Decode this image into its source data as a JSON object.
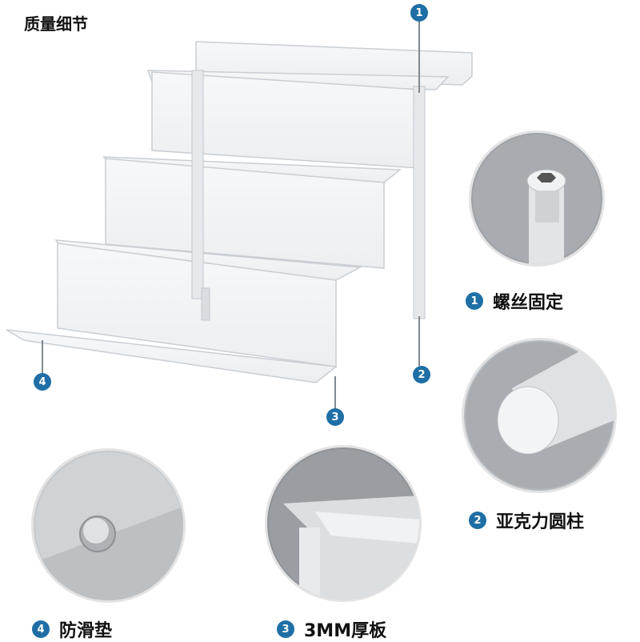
{
  "title": "质量细节",
  "accent_color": "#1f6fa6",
  "markers": {
    "m1": "1",
    "m2": "2",
    "m3": "3",
    "m4": "4"
  },
  "captions": {
    "screw": {
      "number": "1",
      "text": "螺丝固定"
    },
    "rod": {
      "number": "2",
      "text": "亚克力圆柱"
    },
    "board": {
      "number": "3",
      "text": "3MM厚板"
    },
    "pad": {
      "number": "4",
      "text": "防滑垫"
    }
  },
  "detail_images": [
    "screw-closeup",
    "acrylic-rod-closeup",
    "board-edge-closeup",
    "anti-slip-pad-closeup"
  ]
}
